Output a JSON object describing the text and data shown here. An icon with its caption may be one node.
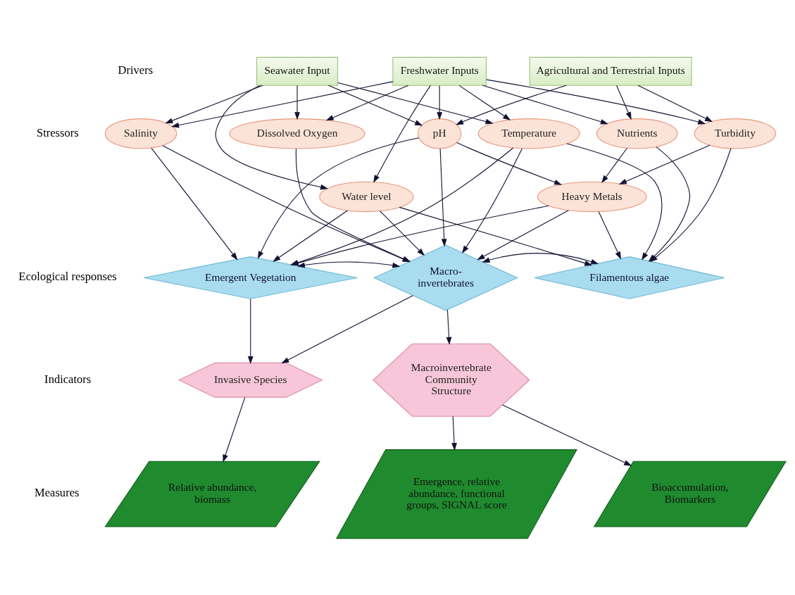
{
  "diagram": {
    "nodes": [
      {
        "text": [
          "Seawater Input"
        ]
      },
      {
        "text": [
          "Freshwater Inputs"
        ]
      },
      {
        "text": [
          "Agricultural and Terrestrial Inputs"
        ]
      },
      {
        "text": [
          "Salinity"
        ]
      },
      {
        "text": [
          "Dissolved Oxygen"
        ]
      },
      {
        "text": [
          "pH"
        ]
      },
      {
        "text": [
          "Temperature"
        ]
      },
      {
        "text": [
          "Nutrients"
        ]
      },
      {
        "text": [
          "Turbidity"
        ]
      },
      {
        "text": [
          "Water level"
        ]
      },
      {
        "text": [
          "Heavy Metals"
        ]
      },
      {
        "text": [
          "Emergent Vegetation"
        ]
      },
      {
        "text": [
          "Macro- invertebrates"
        ]
      },
      {
        "text": [
          "Filamentous algae"
        ]
      },
      {
        "text": [
          "Invasive Species"
        ]
      },
      {
        "text": [
          "Macroinvertebrate Community Structure"
        ]
      },
      {
        "text": [
          "Relative abundance, biomass"
        ]
      },
      {
        "text": [
          "Emergence, relative abundance, functional groups, SIGNAL score"
        ]
      },
      {
        "text": [
          "Bioaccumulation, Biomarkers"
        ]
      }
    ],
    "edges": [
      {
        "from": 0,
        "to": 3,
        "arrow": "to"
      },
      {
        "from": 0,
        "to": 9,
        "arrow": "to"
      },
      {
        "from": 0,
        "to": 4,
        "arrow": "to"
      },
      {
        "from": 0,
        "to": 5,
        "arrow": "to"
      },
      {
        "from": 0,
        "to": 6,
        "arrow": "to"
      },
      {
        "from": 1,
        "to": 3,
        "arrow": "to"
      },
      {
        "from": 1,
        "to": 4,
        "arrow": "to"
      },
      {
        "from": 1,
        "to": 9,
        "arrow": "to"
      },
      {
        "from": 1,
        "to": 5,
        "arrow": "to"
      },
      {
        "from": 1,
        "to": 6,
        "arrow": "to"
      },
      {
        "from": 1,
        "to": 7,
        "arrow": "to"
      },
      {
        "from": 1,
        "to": 8,
        "arrow": "to"
      },
      {
        "from": 2,
        "to": 5,
        "arrow": "to"
      },
      {
        "from": 2,
        "to": 7,
        "arrow": "to"
      },
      {
        "from": 2,
        "to": 8,
        "arrow": "to"
      },
      {
        "from": 3,
        "to": 11,
        "arrow": "to"
      },
      {
        "from": 3,
        "to": 12,
        "arrow": "to"
      },
      {
        "from": 4,
        "to": 12,
        "arrow": "to"
      },
      {
        "from": 5,
        "to": 10,
        "arrow": "to"
      },
      {
        "from": 5,
        "to": 11,
        "arrow": "to"
      },
      {
        "from": 5,
        "to": 12,
        "arrow": "to"
      },
      {
        "from": 6,
        "to": 11,
        "arrow": "to"
      },
      {
        "from": 6,
        "to": 12,
        "arrow": "to"
      },
      {
        "from": 6,
        "to": 13,
        "arrow": "to"
      },
      {
        "from": 7,
        "to": 10,
        "arrow": "to"
      },
      {
        "from": 7,
        "to": 13,
        "arrow": "to"
      },
      {
        "from": 8,
        "to": 10,
        "arrow": "to"
      },
      {
        "from": 8,
        "to": 13,
        "arrow": "to"
      },
      {
        "from": 9,
        "to": 11,
        "arrow": "to"
      },
      {
        "from": 9,
        "to": 12,
        "arrow": "to"
      },
      {
        "from": 9,
        "to": 13,
        "arrow": "to"
      },
      {
        "from": 10,
        "to": 11,
        "arrow": "to"
      },
      {
        "from": 10,
        "to": 12,
        "arrow": "to"
      },
      {
        "from": 10,
        "to": 13,
        "arrow": "to"
      },
      {
        "from": 11,
        "to": 12,
        "arrow": "both"
      },
      {
        "from": 12,
        "to": 13,
        "arrow": "both"
      },
      {
        "from": 11,
        "to": 14,
        "arrow": "to"
      },
      {
        "from": 12,
        "to": 14,
        "arrow": "to"
      },
      {
        "from": 12,
        "to": 15,
        "arrow": "to"
      },
      {
        "from": 14,
        "to": 16,
        "arrow": "to"
      },
      {
        "from": 15,
        "to": 17,
        "arrow": "to"
      },
      {
        "from": 15,
        "to": 18,
        "arrow": "to"
      }
    ],
    "labels": [
      "Drivers",
      "Stressors",
      "Ecological responses",
      "Indicators",
      "Measures"
    ]
  }
}
